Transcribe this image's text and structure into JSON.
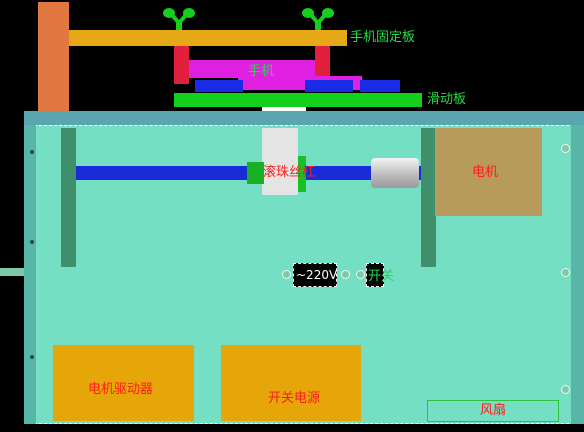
{
  "labels": {
    "fixing_plate": "手机固定板",
    "phone": "手机",
    "slide_plate": "滑动板",
    "ball_screw": "滚珠丝杠",
    "motor": "电机",
    "voltage": "~220V",
    "switch": "开关",
    "motor_driver": "电机驱动器",
    "switching_psu": "开关电源",
    "fan": "风扇"
  },
  "colors": {
    "background": "#000000",
    "enclosure": "#74dfc2",
    "fixing_plate": "#e6a817",
    "phone": "#e020e0",
    "slide_plate": "#14d01c",
    "screw_rod": "#1a2bd8",
    "motor": "#b89a5c",
    "module_box": "#e6a609",
    "label_green": "#22dd44",
    "label_red": "#ff1a1a"
  },
  "icons": {
    "wing_nut": "wing-nut-icon",
    "mount_hole": "ring-icon"
  }
}
